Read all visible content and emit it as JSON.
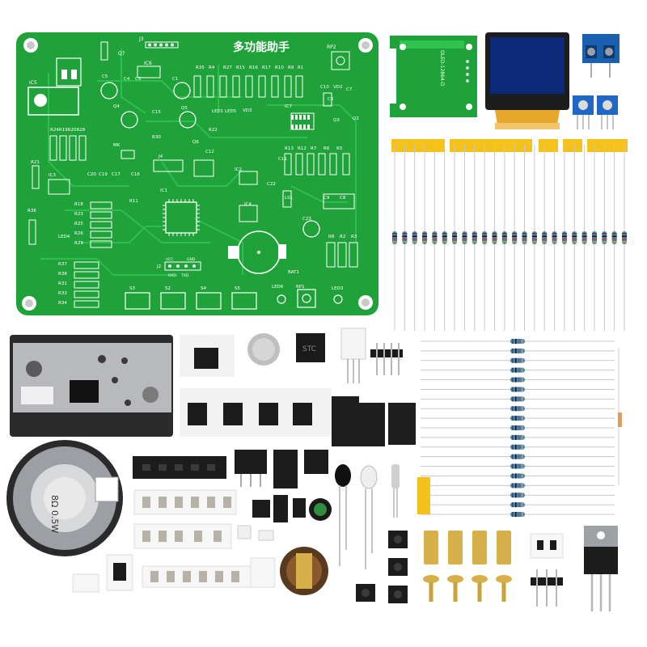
{
  "colors": {
    "pcb": "#1fa23a",
    "pcb_dark": "#168a2e",
    "trace": "#2bbf4a",
    "silk": "#ffffff",
    "oled_blue": "#0d2a7a",
    "flex": "#e7a72a",
    "tape": "#f4c21a",
    "brass": "#d7b04a",
    "chip": "#1a1a1a"
  },
  "board": {
    "title": "多功能助手",
    "labels": {
      "j3": "J3",
      "ic6": "IC6",
      "ic5": "IC5",
      "q7": "Q7",
      "rp2": "RP2",
      "r35": "R35",
      "r4": "R4",
      "r27": "R27",
      "r15": "R15",
      "r16": "R16",
      "r17": "R17",
      "r10": "R10",
      "r9": "R9",
      "r1": "R1",
      "c5": "C5",
      "c4": "C4",
      "c3": "C3",
      "c1": "C1",
      "c10": "C10",
      "vd2": "VD2",
      "q4": "Q4",
      "c15": "C15",
      "q5": "Q5",
      "led1": "LED1",
      "led5": "LED5",
      "vd3": "VD3",
      "ic7": "IC7",
      "q3": "Q3",
      "q2": "Q2",
      "r24r19r20r28": "R24R19R20R28",
      "r22": "R22",
      "r30": "R30",
      "q6": "Q6",
      "j4": "J4",
      "c12": "C12",
      "c11": "C11",
      "r13": "R13",
      "r12": "R12",
      "r7": "R7",
      "r6": "R6",
      "r5": "R5",
      "r21": "R21",
      "ic3": "IC3",
      "c20": "C20",
      "c19": "C19",
      "c17": "C17",
      "c16": "C16",
      "ic2": "IC2",
      "r18": "R18",
      "r23": "R23",
      "r25": "R25",
      "r26": "R26",
      "r29": "R29",
      "led4": "LED4",
      "ic1": "IC1",
      "c22": "C22",
      "ic4": "IC4",
      "ls1": "LS1",
      "c23": "C23",
      "r8": "R8",
      "r2": "R2",
      "r3": "R3",
      "bat1": "BAT1",
      "r37": "R37",
      "r38": "R38",
      "r31": "R31",
      "r33": "R33",
      "r34": "R34",
      "j2": "J2",
      "vcc": "VCC",
      "gnd": "GND",
      "rxd": "RXD",
      "txd": "TXD",
      "s3": "S3",
      "s2": "S2",
      "s4": "S4",
      "s5": "S5",
      "led6": "LED6",
      "rp1": "RP1",
      "led3": "LED3",
      "mk": "MK",
      "r36": "R36",
      "r11": "R11",
      "c9": "C9",
      "c8": "C8",
      "c6": "C6",
      "c7": "C7"
    }
  },
  "oled_board_label": "OLED-12864-D",
  "speaker_label": "8Ω 0.5W",
  "chip_label": "STC",
  "resistor_count_row": 24,
  "resistor_count_strip": 19
}
